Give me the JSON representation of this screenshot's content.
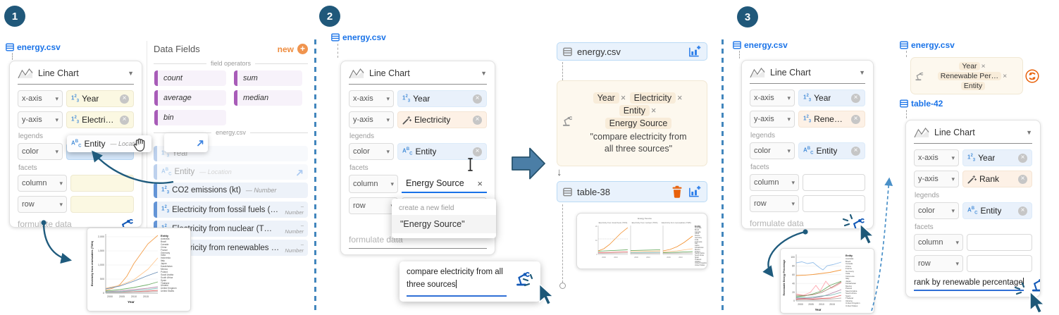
{
  "colors": {
    "link_blue": "#1a73e8",
    "badge_blue": "#20587a",
    "arrow_blue": "#1f5b7d",
    "separator_blue": "#4286bd",
    "accent_orange": "#ee8c3f",
    "trash_orange": "#e8610a",
    "refresh_orange": "#e8610a",
    "operator_purple": "#a85cb8",
    "field_bar_blue": "#6394d6",
    "yellow_field": "#fbf8e2",
    "blue_field": "#e9f1fb",
    "peach_field": "#fdf1e6",
    "drop_target_blue": "#d4e6f9",
    "derive_card_cream": "#fdf8ee",
    "chip_tan": "#f8ecd9",
    "formulate_icon_blue": "#1359b7"
  },
  "icons": {
    "dataset": "table-icon",
    "number_field": "number-field-icon",
    "string_field": "string-field-icon",
    "derived_field": "wand-icon",
    "formulate": "robot-formulate-icon",
    "chart_from_table": "chart-plus-icon",
    "delete_table": "trash-icon",
    "rerun": "refresh-icon"
  },
  "shared": {
    "chart_type": "Line Chart",
    "x": "x-axis",
    "y": "y-axis",
    "color": "color",
    "column": "column",
    "row": "row",
    "legends": "legends",
    "facets": "facets",
    "formulate_placeholder": "formulate data",
    "dataset": "energy.csv"
  },
  "countries": [
    "Australia",
    "Brazil",
    "Canada",
    "China",
    "France",
    "Germany",
    "India",
    "Indonesia",
    "Italy",
    "Japan",
    "Kazakhstan",
    "Mexico",
    "Poland",
    "Saudi Arabia",
    "South Africa",
    "Spain",
    "Thailand",
    "Ukraine",
    "United Kingdom",
    "United States"
  ],
  "p1": {
    "badge": "1",
    "chart": {
      "x_field": "Year",
      "y_field": "Electricity from r…"
    },
    "drag_chip": {
      "label": "Entity",
      "hint": "— Location"
    },
    "fields_panel": {
      "title": "Data Fields",
      "new_label": "new",
      "operators_divider": "field operators",
      "operators": [
        "count",
        "sum",
        "average",
        "median",
        "bin"
      ],
      "dataset_divider": "energy.csv",
      "rows": [
        {
          "name": "Year"
        },
        {
          "name": "Entity",
          "hint": "— Location"
        },
        {
          "name": "CO2 emissions (kt)",
          "hint": "— Number"
        },
        {
          "name": "Electricity from fossil fuels (…",
          "type": "Number"
        },
        {
          "name": "Electricity from nuclear (T…",
          "type": "Number"
        },
        {
          "name": "Electricity from renewables …",
          "type": "Number"
        }
      ]
    },
    "thumb": {
      "ylabel": "Electricity from renewables (TWh)",
      "yticks": [
        "2,000",
        "1,500",
        "1,000",
        "500",
        "0"
      ],
      "xticks": [
        "2000",
        "2005",
        "2010",
        "2015"
      ],
      "xlabel": "Year",
      "legend_title": "Entity"
    }
  },
  "p2": {
    "badge": "2",
    "chart": {
      "x_field": "Year",
      "y_field": "Electricity",
      "color_field": "Entity",
      "column_value": "Energy Source"
    },
    "dropdown": {
      "caption": "create a new field",
      "option": "\"Energy Source\""
    },
    "nl": {
      "line1": "compare electricity from all",
      "line2": "three sources"
    },
    "flow": {
      "source": "energy.csv",
      "chips": [
        "Year",
        "Electricity",
        "Entity",
        "Energy Source"
      ],
      "quote": "\"compare electricity from\nall three sources\"",
      "result": "table-38"
    },
    "thumb": {
      "header": "Energy Source",
      "facet_titles": [
        "Electricity from fossil fuels (TWh)",
        "Electricity from nuclear (TWh)",
        "Electricity from renewables (TWh)"
      ],
      "legend_title": "Entity"
    }
  },
  "p3": {
    "badge": "3",
    "left_chart": {
      "x_field": "Year",
      "y_field": "Renewable Ene…",
      "color_field": "Entity"
    },
    "flow": {
      "source": "energy.csv",
      "chips": [
        "Year",
        "Renewable Per…",
        "Entity"
      ],
      "result": "table-42"
    },
    "right_chart": {
      "x_field": "Year",
      "y_field": "Rank",
      "color_field": "Entity",
      "nl_text": "rank by renewable percentage"
    },
    "thumb": {
      "ylabel": "Renewable Energy Percentage",
      "yticks": [
        "100",
        "80",
        "60",
        "40",
        "20",
        "0"
      ],
      "xticks": [
        "2000",
        "2005",
        "2010",
        "2015"
      ],
      "xlabel": "Year",
      "legend_title": "Entity"
    }
  }
}
